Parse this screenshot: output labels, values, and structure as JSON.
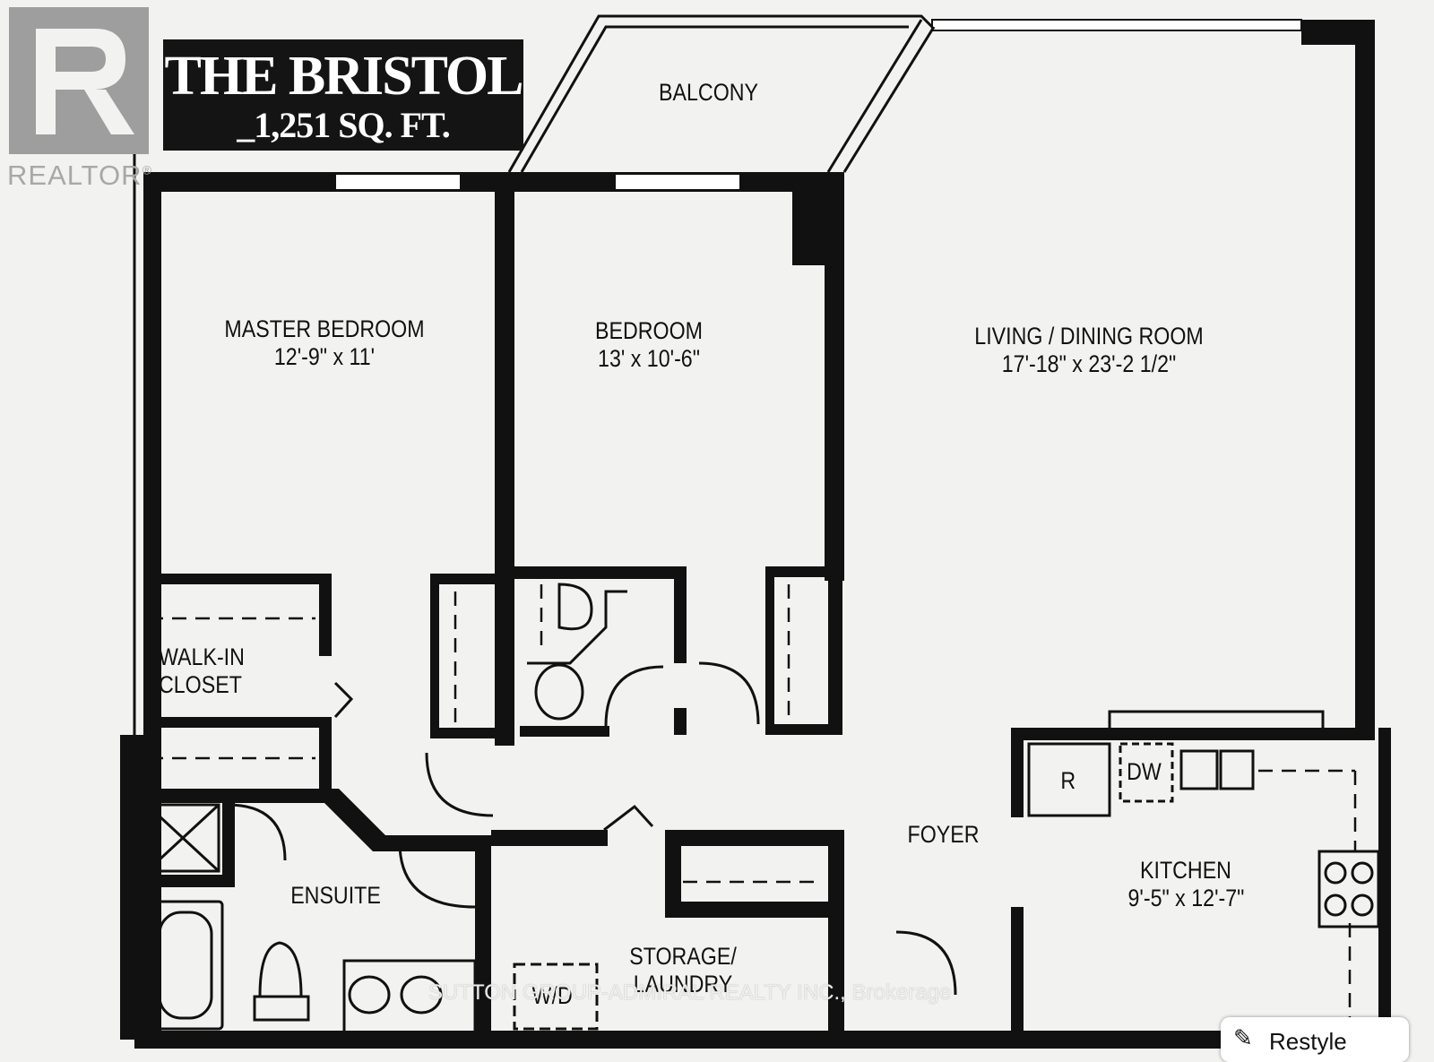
{
  "title": {
    "name": "THE BRISTOL",
    "area": "_1,251 SQ. FT."
  },
  "logo": {
    "text": "REALTOR",
    "mark": "®",
    "icon": "realtor-r-icon"
  },
  "rooms": {
    "balcony": "BALCONY",
    "master_bedroom": {
      "name": "MASTER BEDROOM",
      "size": "12'-9\" x 11'"
    },
    "bedroom": {
      "name": "BEDROOM",
      "size": "13' x 10'-6\""
    },
    "living_dining": {
      "name": "LIVING / DINING ROOM",
      "size": "17'-18\"  x 23'-2 1/2\""
    },
    "walk_in_closet": {
      "line1": "WALK-IN",
      "line2": "CLOSET"
    },
    "ensuite": "ENSUITE",
    "foyer": "FOYER",
    "kitchen": {
      "name": "KITCHEN",
      "size": "9'-5\" x 12'-7\""
    },
    "storage_laundry": {
      "line1": "STORAGE/",
      "line2": "LAUNDRY"
    },
    "washer_dryer": "W/D",
    "refrigerator": "R",
    "dishwasher": "DW"
  },
  "watermark": "SUTTON GROUP-ADMIRAL REALTY INC., Brokerage",
  "restyle_button": {
    "label": "Restyle",
    "icon": "sparkle-pen-icon"
  }
}
